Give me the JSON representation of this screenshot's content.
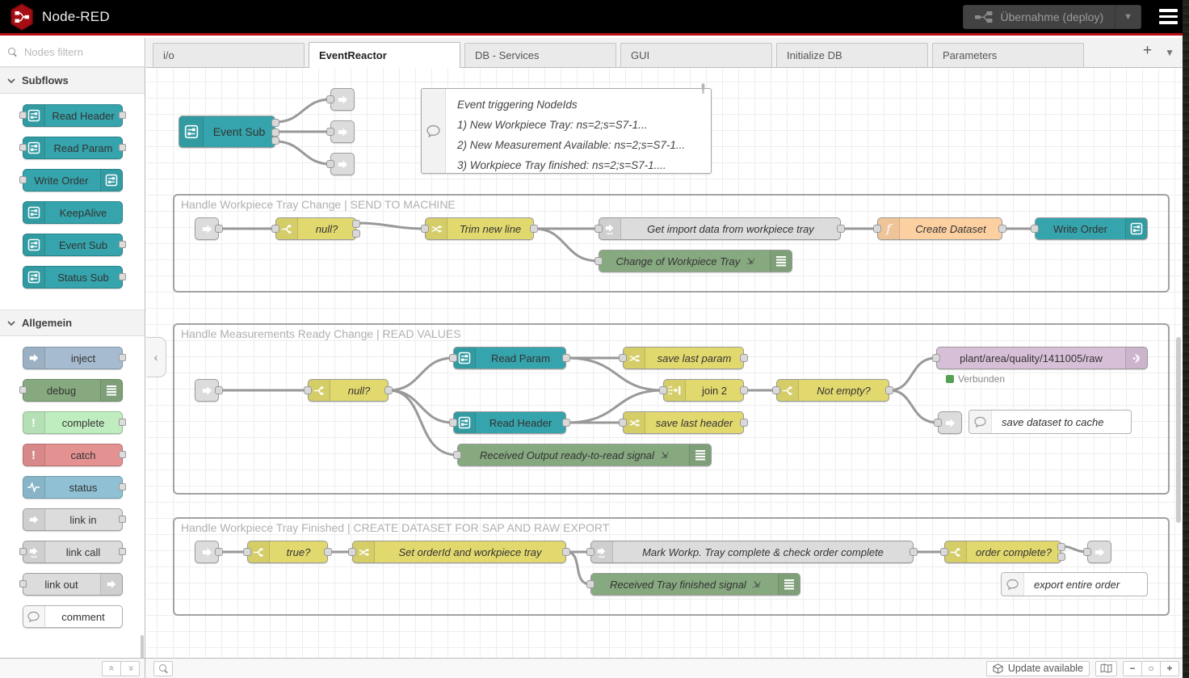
{
  "header": {
    "title": "Node-RED",
    "deploy_label": "Übernahme (deploy)"
  },
  "palette": {
    "search_placeholder": "Nodes filtern",
    "categories": [
      {
        "label": "Subflows",
        "items": [
          {
            "label": "Read Header"
          },
          {
            "label": "Read Param"
          },
          {
            "label": "Write Order"
          },
          {
            "label": "KeepAlive"
          },
          {
            "label": "Event Sub"
          },
          {
            "label": "Status Sub"
          }
        ]
      },
      {
        "label": "Allgemein",
        "items": [
          {
            "label": "inject"
          },
          {
            "label": "debug"
          },
          {
            "label": "complete"
          },
          {
            "label": "catch"
          },
          {
            "label": "status"
          },
          {
            "label": "link in"
          },
          {
            "label": "link call"
          },
          {
            "label": "link out"
          },
          {
            "label": "comment"
          }
        ]
      }
    ]
  },
  "tabs": {
    "items": [
      {
        "label": "i/o"
      },
      {
        "label": "EventReactor"
      },
      {
        "label": "DB - Services"
      },
      {
        "label": "GUI"
      },
      {
        "label": "Initialize DB"
      },
      {
        "label": "Parameters"
      }
    ],
    "active": "EventReactor"
  },
  "canvas": {
    "info_box": {
      "title": "Event triggering NodeIds",
      "lines": [
        "1) New Workpiece Tray: ns=2;s=S7-1...",
        "2) New Measurement Available: ns=2;s=S7-1...",
        "3) Workpiece Tray finished: ns=2;s=S7-1...."
      ]
    },
    "groups": [
      {
        "label": "Handle Workpiece Tray Change | SEND TO MACHINE"
      },
      {
        "label": "Handle Measurements Ready Change | READ VALUES"
      },
      {
        "label": "Handle Workpiece Tray Finished | CREATE DATASET FOR SAP AND RAW EXPORT"
      }
    ],
    "nodes": {
      "event_sub": {
        "label": "Event Sub"
      },
      "null_1": {
        "label": "null?"
      },
      "trim_new_line": {
        "label": "Trim new line"
      },
      "get_import": {
        "label": "Get import data from workpiece tray"
      },
      "create_dataset": {
        "label": "Create Dataset"
      },
      "write_order": {
        "label": "Write Order"
      },
      "change_tray": {
        "label": "Change of Workpiece Tray"
      },
      "null_2": {
        "label": "null?"
      },
      "read_param": {
        "label": "Read Param"
      },
      "read_header": {
        "label": "Read Header"
      },
      "save_last_param": {
        "label": "save last param"
      },
      "save_last_header": {
        "label": "save last header"
      },
      "join_2": {
        "label": "join 2"
      },
      "not_empty": {
        "label": "Not empty?"
      },
      "mqtt_out": {
        "label": "plant/area/quality/1411005/raw",
        "status": "Verbunden"
      },
      "received_output": {
        "label": "Received Output ready-to-read signal"
      },
      "save_cache_comment": {
        "label": "save dataset to cache"
      },
      "true_1": {
        "label": "true?"
      },
      "set_orderid": {
        "label": "Set orderId and workpiece tray"
      },
      "mark_workp": {
        "label": "Mark Workp. Tray complete & check order complete"
      },
      "order_complete": {
        "label": "order complete?"
      },
      "received_tray": {
        "label": "Received Tray finished signal"
      },
      "export_order_comment": {
        "label": "export entire order"
      }
    }
  },
  "footer": {
    "update_label": "Update available"
  },
  "colors": {
    "header-bg": "#000000",
    "accent-red": "#bb0d17",
    "subflow": "#35a4ac",
    "yellow": "#e2d96e",
    "func": "#fdd0a2",
    "debug": "#87a980",
    "mqtt": "#d8bfd8",
    "gray": "#dcdcdc",
    "inject": "#a6bbcf",
    "complete": "#c0edc0",
    "catch": "#e49191",
    "status": "#8fc0d3",
    "status-green": "#55a055"
  }
}
